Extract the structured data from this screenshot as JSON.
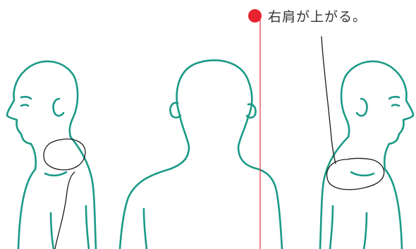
{
  "annotation": {
    "marker_color": "#e8232f",
    "text": "右肩が上がる。"
  },
  "colors": {
    "body_outline": "#1a9a86",
    "pen_annotation": "#1b1b1b",
    "center_line": "#e8232f"
  },
  "figures": [
    {
      "name": "figure-left-profile",
      "view": "side-facing-left"
    },
    {
      "name": "figure-back-view",
      "view": "back"
    },
    {
      "name": "figure-right-profile",
      "view": "side-facing-right"
    }
  ]
}
